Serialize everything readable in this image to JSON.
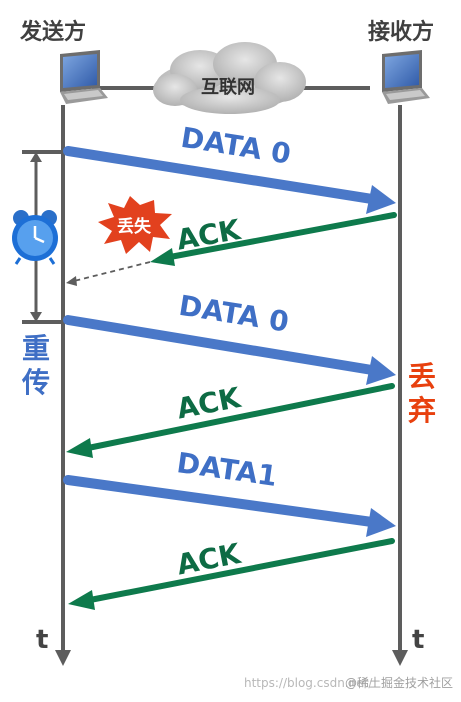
{
  "sender": {
    "label": "发送方"
  },
  "receiver": {
    "label": "接收方"
  },
  "network": {
    "label": "互联网"
  },
  "messages": {
    "data0_first": "DATA 0",
    "ack_lost": "ACK",
    "data0_retry": "DATA 0",
    "ack_second": "ACK",
    "data1": "DATA1",
    "ack_third": "ACK"
  },
  "lost_badge": "丢失",
  "retransmit_label": "重传",
  "discard_label": "丢弃",
  "time_axis": {
    "sender_t": "t",
    "receiver_t": "t"
  },
  "watermark": {
    "url": "https://blog.csdn.net/",
    "site": "@稀土掘金技术社区"
  },
  "colors": {
    "data_arrow": "#4a78c8",
    "data_text": "#3f6fc5",
    "ack_arrow": "#0e7a4c",
    "ack_text": "#0d6b44",
    "lost_badge": "#e2411e",
    "discard_text": "#e8400e",
    "timeline": "#5d5d5d"
  },
  "icons": [
    "laptop-icon",
    "cloud-icon",
    "alarm-clock-icon",
    "burst-icon"
  ]
}
